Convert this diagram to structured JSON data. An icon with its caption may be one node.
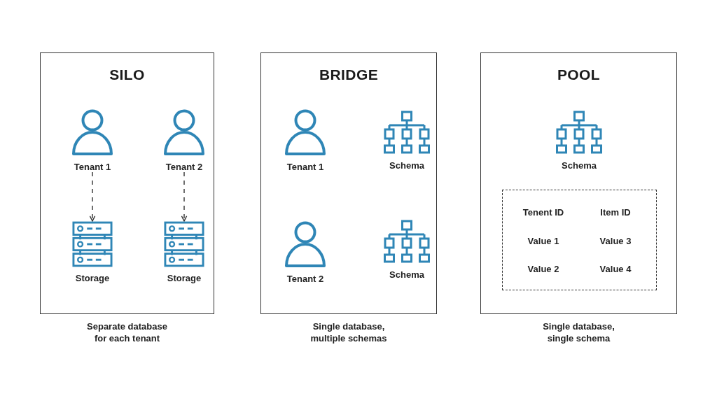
{
  "diagram": {
    "nodes": [
      {
        "text": [
          "SILO"
        ],
        "beside": [
          "Separate database for each tenant"
        ]
      },
      {
        "text": [
          "Tenant 1"
        ],
        "in": 0
      },
      {
        "text": [
          "Tenant 2"
        ],
        "in": 0
      },
      {
        "text": [
          "Storage"
        ],
        "in": 0
      },
      {
        "text": [
          "Storage"
        ],
        "in": 0
      },
      {
        "text": [
          "BRIDGE"
        ],
        "beside": [
          "Single database, multiple schemas"
        ]
      },
      {
        "text": [
          "Tenant 1"
        ],
        "in": 5
      },
      {
        "text": [
          "Schema"
        ],
        "in": 5
      },
      {
        "text": [
          "Tenant 2"
        ],
        "in": 5
      },
      {
        "text": [
          "Schema"
        ],
        "in": 5
      },
      {
        "text": [
          "POOL"
        ],
        "beside": [
          "Single database, single schema"
        ]
      },
      {
        "text": [
          "Schema"
        ],
        "in": 10
      },
      {
        "text": [
          "Tenent ID",
          "Item ID",
          "Value 1",
          "Value 3",
          "Value 2",
          "Value 4"
        ],
        "in": 10
      }
    ],
    "edges": [
      {
        "from": 1,
        "to": 3,
        "arrow": "to",
        "style": "dashed"
      },
      {
        "from": 2,
        "to": 4,
        "arrow": "to",
        "style": "dashed"
      }
    ]
  }
}
